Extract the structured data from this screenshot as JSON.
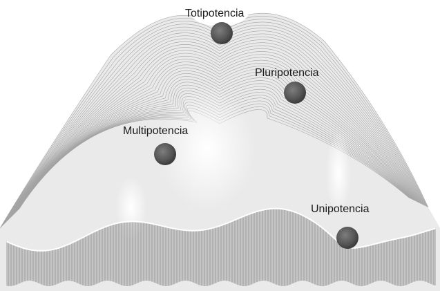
{
  "labels": {
    "totipotencia": "Totipotencia",
    "pluripotencia": "Pluripotencia",
    "multipotencia": "Multipotencia",
    "unipotencia": "Unipotencia"
  },
  "colors": {
    "ball": "#595959",
    "ball_highlight": "#7a7a7a",
    "ridge_line": "#666666",
    "text": "#1a1a1a"
  }
}
